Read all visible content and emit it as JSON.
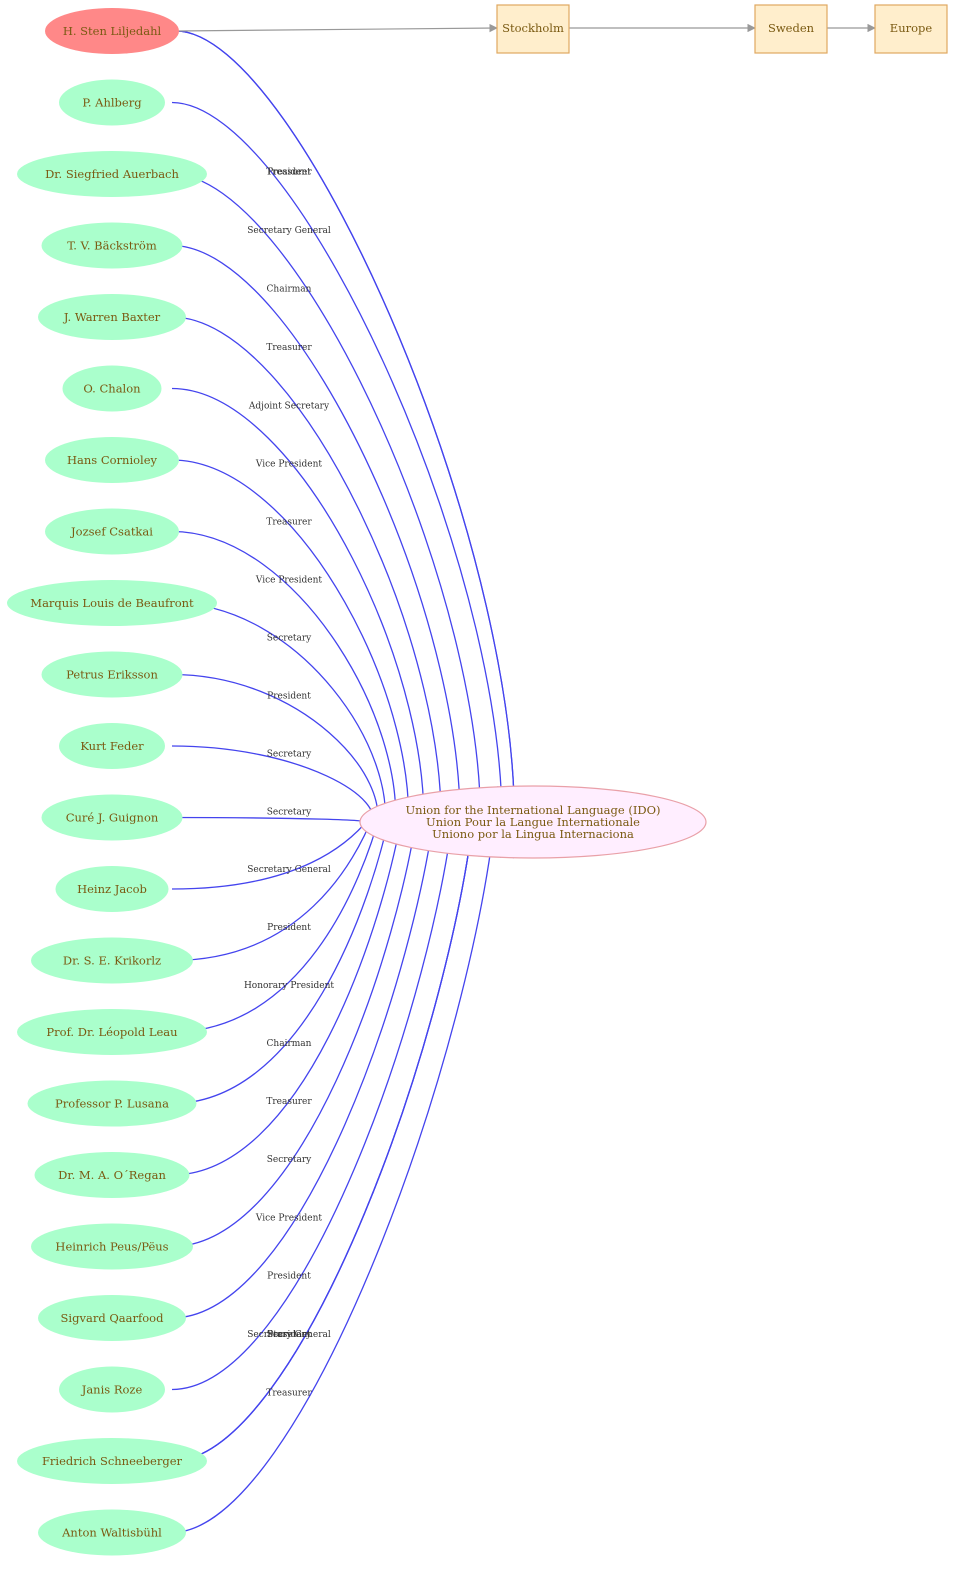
{
  "organization": {
    "lines": [
      "Union for the International Language (IDO)",
      "Union Pour la Langue Internationale",
      "Uniono por la Lingua Internaciona"
    ]
  },
  "focus_person": {
    "name": "H. Sten Liljedahl",
    "roles": [
      "Treasurer",
      "President"
    ],
    "color": "#ff8888"
  },
  "locations": [
    "Stockholm",
    "Sweden",
    "Europe"
  ],
  "people": [
    {
      "name": "P. Ahlberg",
      "role": "Secretary General"
    },
    {
      "name": "Dr. Siegfried Auerbach",
      "role": "Chairman"
    },
    {
      "name": "T. V. Bäckström",
      "role": "Treasurer"
    },
    {
      "name": "J. Warren Baxter",
      "role": "Adjoint Secretary"
    },
    {
      "name": "O. Chalon",
      "role": "Vice President"
    },
    {
      "name": "Hans Cornioley",
      "role": "Treasurer"
    },
    {
      "name": "Jozsef Csatkai",
      "role": "Vice President"
    },
    {
      "name": "Marquis Louis de Beaufront",
      "role": "Secretary"
    },
    {
      "name": "Petrus Eriksson",
      "role": "President"
    },
    {
      "name": "Kurt Feder",
      "role": "Secretary"
    },
    {
      "name": "Curé J. Guignon",
      "role": "Secretary"
    },
    {
      "name": "Heinz Jacob",
      "role": "Secretary General"
    },
    {
      "name": "Dr. S. E. Krikorlz",
      "role": "President"
    },
    {
      "name": "Prof. Dr. Léopold Leau",
      "role": "Honorary President"
    },
    {
      "name": "Professor P. Lusana",
      "role": "Chairman"
    },
    {
      "name": "Dr. M. A. O´Regan",
      "role": "Treasurer"
    },
    {
      "name": "Heinrich Peus/Pëus",
      "role": "Secretary"
    },
    {
      "name": "Sigvard Qaarfood",
      "role": "Vice President"
    },
    {
      "name": "Janis Roze",
      "role": "President"
    },
    {
      "name": "Friedrich Schneeberger",
      "role": "Secretary"
    },
    {
      "name": "Friedrich Schneeberger",
      "role": "Secretary General"
    },
    {
      "name": "Friedrich Schneeberger",
      "role": "President"
    },
    {
      "name": "Anton Waltisbühl",
      "role": "Treasurer"
    }
  ],
  "colors": {
    "person_fill": "#aaffcc",
    "focus_fill": "#ff8888",
    "org_fill": "#ffeeff",
    "org_stroke": "#e9a0a8",
    "location_fill": "#ffeecc",
    "location_stroke": "#e0a860",
    "role_edge": "#4444ee",
    "location_edge": "#999999"
  }
}
